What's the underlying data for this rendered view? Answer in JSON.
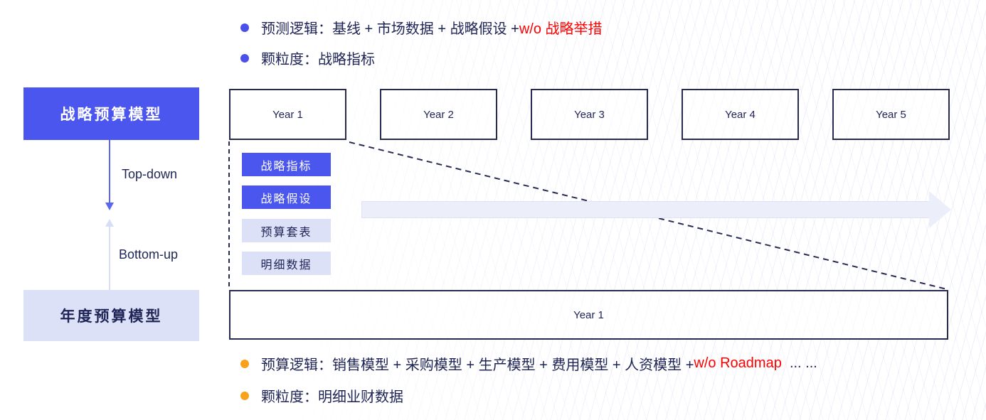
{
  "palette": {
    "primary_blue": "#4b56ee",
    "light_lavender": "#dce1f8",
    "navy_text": "#1e2455",
    "red_highlight": "#ff0000",
    "orange_bullet": "#f7a21a"
  },
  "top_bullets": {
    "forecast_logic": {
      "normal": "预测逻辑：基线 + 市场数据 + 战略假设 + ",
      "highlight": "w/o 战略举措"
    },
    "granularity": "颗粒度：战略指标"
  },
  "left_panel": {
    "strategic_model": "战略预算模型",
    "top_down_label": "Top-down",
    "bottom_up_label": "Bottom-up",
    "annual_model": "年度预算模型"
  },
  "timeline": {
    "years": [
      "Year 1",
      "Year 2",
      "Year 3",
      "Year 4",
      "Year 5"
    ],
    "bottom_year": "Year 1"
  },
  "tags": [
    {
      "label": "战略指标",
      "variant": "solid"
    },
    {
      "label": "战略假设",
      "variant": "solid"
    },
    {
      "label": "预算套表",
      "variant": "light"
    },
    {
      "label": "明细数据",
      "variant": "light"
    }
  ],
  "bottom_bullets": {
    "budget_logic": {
      "normal": "预算逻辑：销售模型 + 采购模型 + 生产模型 + 费用模型 + 人资模型 + ",
      "highlight": "w/o Roadmap",
      "suffix": "  ... ..."
    },
    "granularity": "颗粒度：明细业财数据"
  }
}
